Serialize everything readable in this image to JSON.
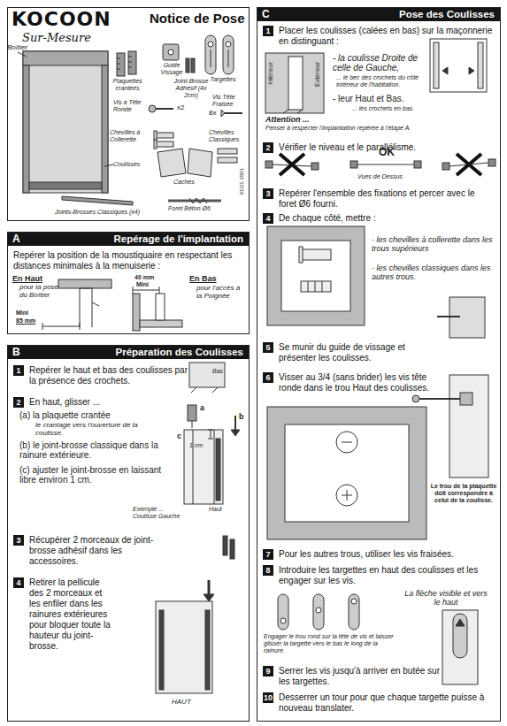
{
  "diagram": {
    "title": "Notice de Pose",
    "nodes": [
      {
        "text": [
          "KOCOON",
          "Sur-Mesure"
        ]
      },
      {
        "text": [
          "A",
          "Repérage de l'implantation",
          "Repérer la position de la moustiquaire en respectant les distances minimales à la menuiserie :"
        ]
      },
      {
        "text": [
          "B",
          "Préparation des Coulisses"
        ]
      },
      {
        "text": [
          "1",
          "Repérer le haut et bas des coulisses par la présence des crochets."
        ],
        "in": 2
      },
      {
        "text": [
          "2",
          "En haut, glisser ..."
        ],
        "in": 2
      },
      {
        "text": [
          "3",
          "Récupérer 2 morceaux de joint-brosse adhésif dans les accessoires."
        ],
        "in": 2
      },
      {
        "text": [
          "4",
          "Retirer la pellicule des 2 morceaux et les enfiler dans les rainures extérieures pour bloquer toute la hauteur du joint-brosse."
        ],
        "in": 2
      },
      {
        "text": [
          "C",
          "Pose des Coulisses"
        ]
      },
      {
        "text": [
          "1",
          "Placer les coulisses (calées en bas) sur la maçonnerie en distinguant :"
        ],
        "in": 7
      },
      {
        "text": [
          "2",
          "Vérifier le niveau et le parallélisme."
        ],
        "in": 7
      },
      {
        "text": [
          "3",
          "Repérer l'ensemble des fixations et percer avec le foret Ø6 fourni."
        ],
        "in": 7
      },
      {
        "text": [
          "4",
          "De chaque côté, mettre :"
        ],
        "in": 7
      },
      {
        "text": [
          "5",
          "Se munir du guide de vissage et présenter les coulisses."
        ],
        "in": 7
      },
      {
        "text": [
          "6",
          "Visser au 3/4 (sans brider) les vis tête ronde dans le trou Haut des coulisses."
        ],
        "in": 7
      },
      {
        "text": [
          "7",
          "Pour les autres trous, utiliser les vis fraisées."
        ],
        "in": 7
      },
      {
        "text": [
          "8",
          "Introduire les targettes en haut des coulisses et les engager sur les vis."
        ],
        "in": 7
      },
      {
        "text": [
          "9",
          "Serrer les vis jusqu'à arriver en butée sur les targettes."
        ],
        "in": 7
      },
      {
        "text": [
          "10",
          "Desserrer un tour pour que chaque targette puisse à nouveau translater."
        ],
        "in": 7
      }
    ],
    "labels": [
      "Boîtier",
      "Plaquettes crantées",
      "Guide Vissage",
      "Joint-Brosse Adhésif (4x 2cm)",
      "Targettes",
      "Vis à Tête Ronde",
      "x2",
      "Vis Tête Fraisée",
      "8x",
      "Chevilles à Collerette",
      "Chevilles Classiques",
      "Coulisses",
      "Caches",
      "Joints-Brosses Classiques (x4)",
      "Foret Béton Ø6",
      "91/21-1501",
      "En Haut",
      "pour la pose du Boîtier",
      "Mini",
      "85 mm",
      "40 mm",
      "Mini",
      "En Bas",
      "pour l'accès à la Poignée",
      "Bas",
      "(a) la plaquette crantée",
      "le crantage vers l'ouverture de la coulisse.",
      "(b) le joint-brosse classique dans la rainure extérieure.",
      "(c) ajuster le joint-brosse en laissant libre environ 1 cm.",
      "a",
      "b",
      "c",
      "1 cm",
      "Exemple ... Coulisse Gauche",
      "Haut",
      "HAUT",
      "Intérieur",
      "Extérieur",
      "- la coulisse Droite de celle de Gauche,",
      "... le bec des crochets du côté intérieur de l'habitation.",
      "- leur Haut et Bas.",
      "... les crochets en bas.",
      "Attention ...",
      "Penser à respecter l'implantation repérée à l'étape A.",
      "OK",
      "Vues de Dessus",
      "- les chevilles à collerette dans les trous supérieurs",
      "- les chevilles classiques dans les autres trous.",
      "Le trou de la plaquette doit correspondre à celui de la coulisse.",
      "La flèche visible et vers le haut",
      "Engager le trou rond sur la tête de vis et laisser glisser la targette vers le bas le long de la rainure."
    ]
  }
}
